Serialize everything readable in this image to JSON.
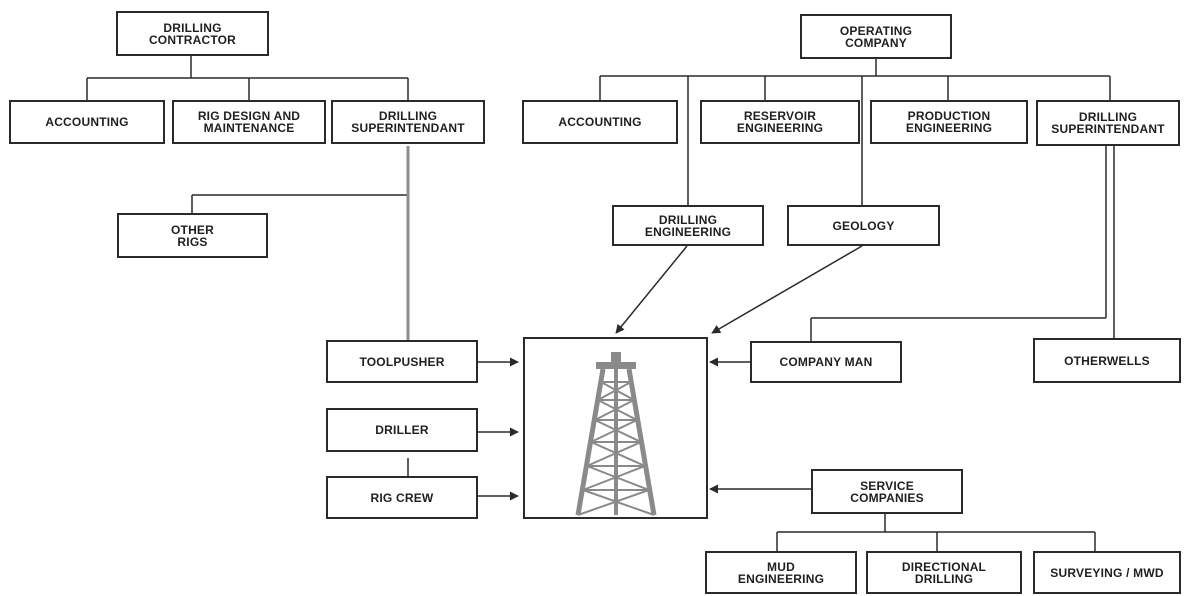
{
  "nodes": {
    "drilling_contractor": "DRILLING\nCONTRACTOR",
    "dc_accounting": "ACCOUNTING",
    "rig_design": "RIG DESIGN AND\nMAINTENANCE",
    "dc_superintendant": "DRILLING\nSUPERINTENDANT",
    "other_rigs": "OTHER\nRIGS",
    "toolpusher": "TOOLPUSHER",
    "driller": "DRILLER",
    "rig_crew": "RIG CREW",
    "operating_company": "OPERATING\nCOMPANY",
    "oc_accounting": "ACCOUNTING",
    "reservoir_engineering": "RESERVOIR\nENGINEERING",
    "production_engineering": "PRODUCTION\nENGINEERING",
    "oc_superintendant": "DRILLING\nSUPERINTENDANT",
    "drilling_engineering": "DRILLING\nENGINEERING",
    "geology": "GEOLOGY",
    "company_man": "COMPANY MAN",
    "other_wells": "OTHERWELLS",
    "service_companies": "SERVICE\nCOMPANIES",
    "mud_engineering": "MUD\nENGINEERING",
    "directional_drilling": "DIRECTIONAL\nDRILLING",
    "surveying_mwd": "SURVEYING / MWD"
  },
  "icons": {
    "rig": "drilling-rig-icon"
  },
  "colors": {
    "line": "#2a2a2a",
    "rig": "#8a8a8a"
  }
}
